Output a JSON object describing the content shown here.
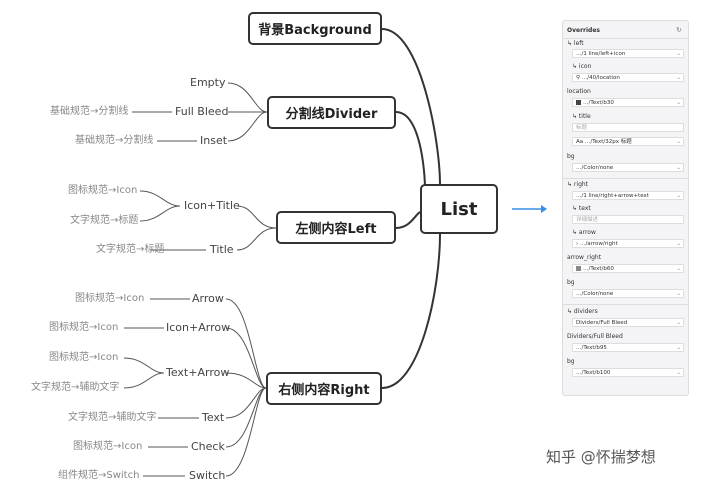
{
  "center": "List",
  "branches": {
    "background": "背景Background",
    "divider": "分割线Divider",
    "left": "左侧内容Left",
    "right": "右侧内容Right"
  },
  "divider_items": [
    {
      "label": "Empty",
      "sub": ""
    },
    {
      "label": "Full Bleed",
      "sub": "基础规范→分割线"
    },
    {
      "label": "Inset",
      "sub": "基础规范→分割线"
    }
  ],
  "left_items": [
    {
      "label": "Icon+Title",
      "subs": [
        "图标规范→Icon",
        "文字规范→标题"
      ]
    },
    {
      "label": "Title",
      "subs": [
        "文字规范→标题"
      ]
    }
  ],
  "right_items": [
    {
      "label": "Arrow",
      "subs": [
        "图标规范→Icon"
      ]
    },
    {
      "label": "Icon+Arrow",
      "subs": [
        "图标规范→Icon"
      ]
    },
    {
      "label": "Text+Arrow",
      "subs": [
        "图标规范→Icon",
        "文字规范→辅助文字"
      ]
    },
    {
      "label": "Text",
      "subs": [
        "文字规范→辅助文字"
      ]
    },
    {
      "label": "Check",
      "subs": [
        "图标规范→Icon"
      ]
    },
    {
      "label": "Switch",
      "subs": [
        "组件规范→Switch"
      ]
    }
  ],
  "panel": {
    "title": "Overrides",
    "left_header": "↳ left",
    "left_value": "…/1 line/left+icon",
    "icon_label": "↳ icon",
    "icon_value": "…/40/location",
    "location_label": "location",
    "location_value": "…/Text/b30",
    "title_label": "↳ title",
    "title_placeholder": "标题",
    "title_value": "Aa …/Text/32px 标题",
    "bg_label": "bg",
    "bg_value": "…/Color/none",
    "right_header": "↳ right",
    "right_value": "…/1 line/right+arrow+text",
    "text_label": "↳ text",
    "text_placeholder": "详细描述",
    "arrow_label": "↳ arrow",
    "arrow_value": "…/arrow/right",
    "arrow_right_label": "arrow_right",
    "arrow_right_value": "…/Text/b60",
    "bg2_label": "bg",
    "bg2_value": "…/Color/none",
    "dividers_header": "↳ dividers",
    "dividers_value": "Dividers/Full Bleed",
    "dividers_fb_label": "Dividers/Full Bleed",
    "dividers_fb_value": "…/Text/b95",
    "bg3_label": "bg",
    "bg3_value": "…/Text/b100"
  },
  "watermark": "知乎 @怀揣梦想"
}
